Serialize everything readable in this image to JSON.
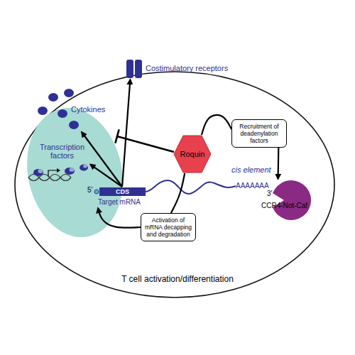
{
  "diagram": {
    "nodes": [
      {
        "text": [
          "T cell activation/differentiation"
        ]
      },
      {
        "text": [
          "Transcription factors"
        ],
        "in": 0
      },
      {
        "text": [
          "Cytokines"
        ],
        "in": 0
      },
      {
        "text": [
          "Costimulatory receptors"
        ],
        "in": 0
      },
      {
        "text": [
          "Roquin"
        ],
        "in": 0
      },
      {
        "text": [
          "CDS",
          "Target mRNA"
        ],
        "in": 0
      },
      {
        "text": [
          "Recruitment of deadenylation factors"
        ],
        "in": 0
      },
      {
        "text": [
          "CCR4-Not-Caf"
        ],
        "in": 0
      },
      {
        "text": [
          "Activation of mRNA decapping and degradation"
        ],
        "in": 0
      }
    ],
    "edges": [
      {
        "from": 5,
        "to": 3,
        "arrow": "to"
      },
      {
        "from": 5,
        "to": 2,
        "arrow": "to"
      },
      {
        "from": 5,
        "to": 1,
        "arrow": "to"
      },
      {
        "from": 4,
        "to": 6,
        "arrow": "none"
      },
      {
        "from": 6,
        "to": 7,
        "arrow": "to"
      },
      {
        "from": 4,
        "to": 8,
        "arrow": "none"
      },
      {
        "from": 8,
        "to": 5,
        "arrow": "to"
      }
    ],
    "labels": [
      "5′",
      "cis element",
      "AAAAAAA",
      "3′"
    ]
  }
}
